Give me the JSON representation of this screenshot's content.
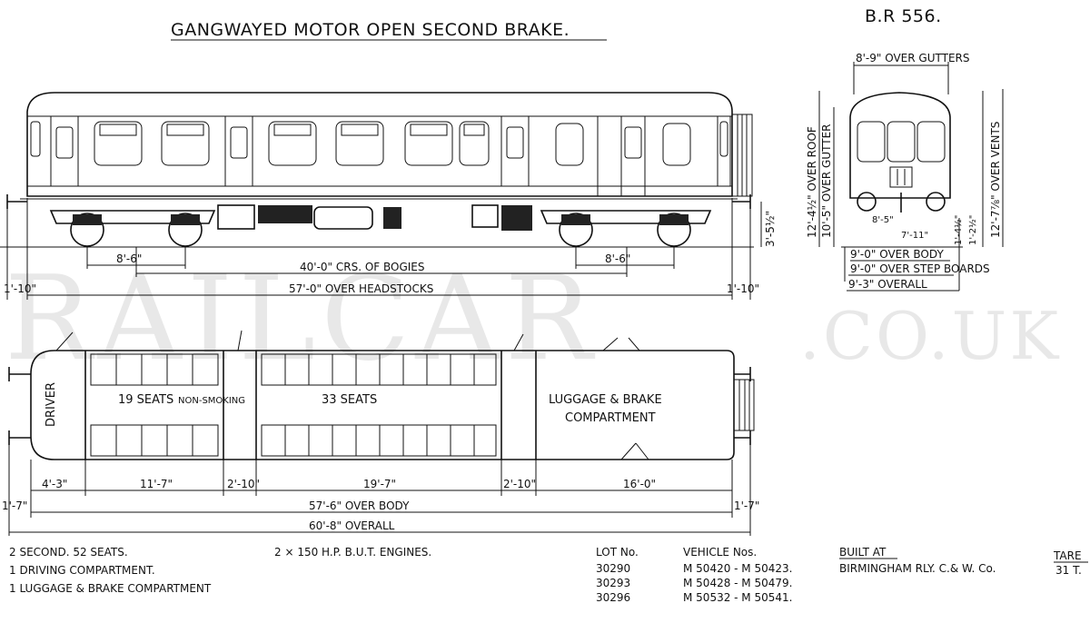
{
  "title": "GANGWAYED MOTOR OPEN SECOND BRAKE.",
  "diagram_no": "B.R 556.",
  "watermark": {
    "main": "RAILCAR",
    "suffix": ".CO.UK"
  },
  "side_elevation": {
    "dims": {
      "bogie_wheelbase_left": "8'-6\"",
      "bogie_wheelbase_right": "8'-6\"",
      "bogie_centres": "40'-0\" CRS. OF BOGIES",
      "over_headstocks": "57'-0\" OVER HEADSTOCKS",
      "end_left": "1'-10\"",
      "end_right": "1'-10\"",
      "wheel_height": "3'-5½\""
    }
  },
  "end_elevation": {
    "dims": {
      "over_gutters": "8'-9\" OVER GUTTERS",
      "over_roof": "12'-4½\" OVER ROOF",
      "over_gutter": "10'-5\" OVER GUTTER",
      "over_vents": "12'-7⅞\" OVER VENTS",
      "wheel_track": "8'-5\"",
      "inner": "7'-11\"",
      "side_a": "1'-4½\"",
      "side_b": "1'-2½\"",
      "over_body": "9'-0\" OVER BODY",
      "over_step_boards": "9'-0\" OVER STEP BOARDS",
      "overall": "9'-3\" OVERALL"
    }
  },
  "plan": {
    "driver": "DRIVER",
    "seats_a": "19 SEATS",
    "non_smoking": "NON-SMOKING",
    "seats_b": "33 SEATS",
    "luggage_line1": "LUGGAGE & BRAKE",
    "luggage_line2": "COMPARTMENT",
    "dims": {
      "d1": "4'-3\"",
      "d2": "11'-7\"",
      "d3": "2'-10\"",
      "d4": "19'-7\"",
      "d5": "2'-10\"",
      "d6": "16'-0\"",
      "over_body": "57'-6\" OVER BODY",
      "overall": "60'-8\" OVERALL",
      "end_left": "1'-7\"",
      "end_right": "1'-7\""
    }
  },
  "footer": {
    "specs": [
      "2  SECOND.  52  SEATS.",
      "1  DRIVING COMPARTMENT.",
      "1  LUGGAGE & BRAKE COMPARTMENT"
    ],
    "engines": "2 × 150 H.P. B.U.T. ENGINES.",
    "lot_header": "LOT No.",
    "lots": [
      "30290",
      "30293",
      "30296"
    ],
    "vehicle_header": "VEHICLE Nos.",
    "vehicles": [
      "M 50420 - M 50423.",
      "M 50428 - M 50479.",
      "M 50532 - M 50541."
    ],
    "built_header": "BUILT AT",
    "built": "BIRMINGHAM RLY. C.& W. Co.",
    "tare_header": "TARE",
    "tare": "31 T."
  }
}
